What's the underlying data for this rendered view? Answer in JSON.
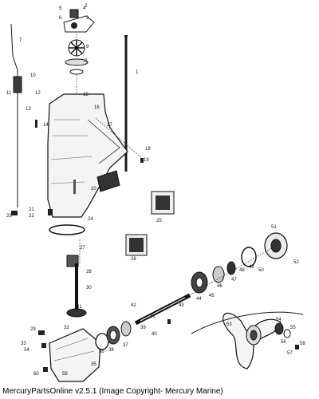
{
  "caption": "MercuryPartsOnline v2.5.1 (Image Copyright- Mercury Marine)",
  "parts": [
    "1",
    "2",
    "3",
    "4",
    "5",
    "6",
    "7",
    "8",
    "9",
    "10",
    "11",
    "12",
    "13",
    "14",
    "15",
    "16",
    "17",
    "18",
    "19",
    "20",
    "21",
    "22",
    "23",
    "24",
    "25",
    "26",
    "27",
    "28",
    "29",
    "30",
    "31",
    "32",
    "33",
    "34",
    "35",
    "36",
    "37",
    "38",
    "39",
    "40",
    "41",
    "42",
    "43",
    "44",
    "45",
    "46",
    "47",
    "48",
    "49",
    "50",
    "51",
    "52",
    "53",
    "54",
    "55",
    "56",
    "57",
    "58",
    "59",
    "60"
  ]
}
